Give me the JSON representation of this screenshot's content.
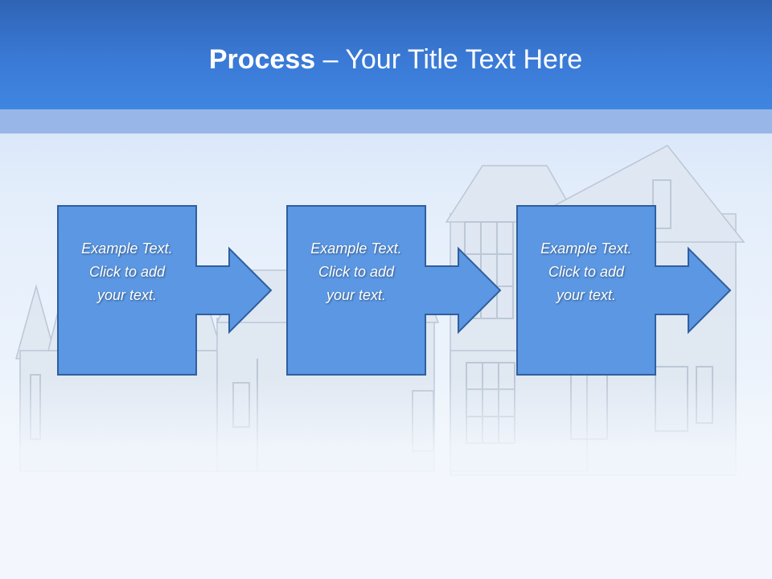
{
  "slide": {
    "title_bold": "Process",
    "title_rest": " – Your Title Text Here"
  },
  "colors": {
    "header": "#3a7ad6",
    "band": "#98b7e8",
    "box_fill": "#5b97e3",
    "box_border": "#2f5f9e"
  },
  "steps": [
    {
      "text": "Example Text.\nClick  to add\nyour text."
    },
    {
      "text": "Example Text.\nClick  to add\nyour text."
    },
    {
      "text": "Example Text.\nClick  to add\nyour text."
    }
  ]
}
